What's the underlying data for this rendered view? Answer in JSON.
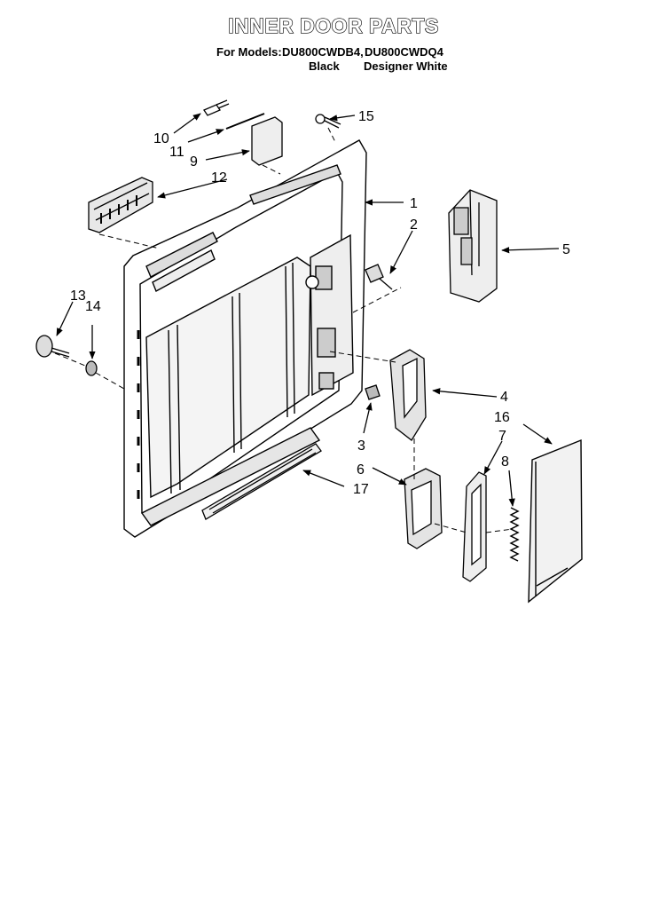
{
  "title": "INNER DOOR PARTS",
  "models": {
    "prefix": "For Models:",
    "model_a": "DU800CWDB4,",
    "model_b": "DU800CWDQ4",
    "color_a": "Black",
    "color_b": "Designer White"
  },
  "callouts": [
    "1",
    "2",
    "3",
    "4",
    "5",
    "6",
    "7",
    "8",
    "9",
    "10",
    "11",
    "12",
    "13",
    "14",
    "15",
    "16",
    "17"
  ]
}
